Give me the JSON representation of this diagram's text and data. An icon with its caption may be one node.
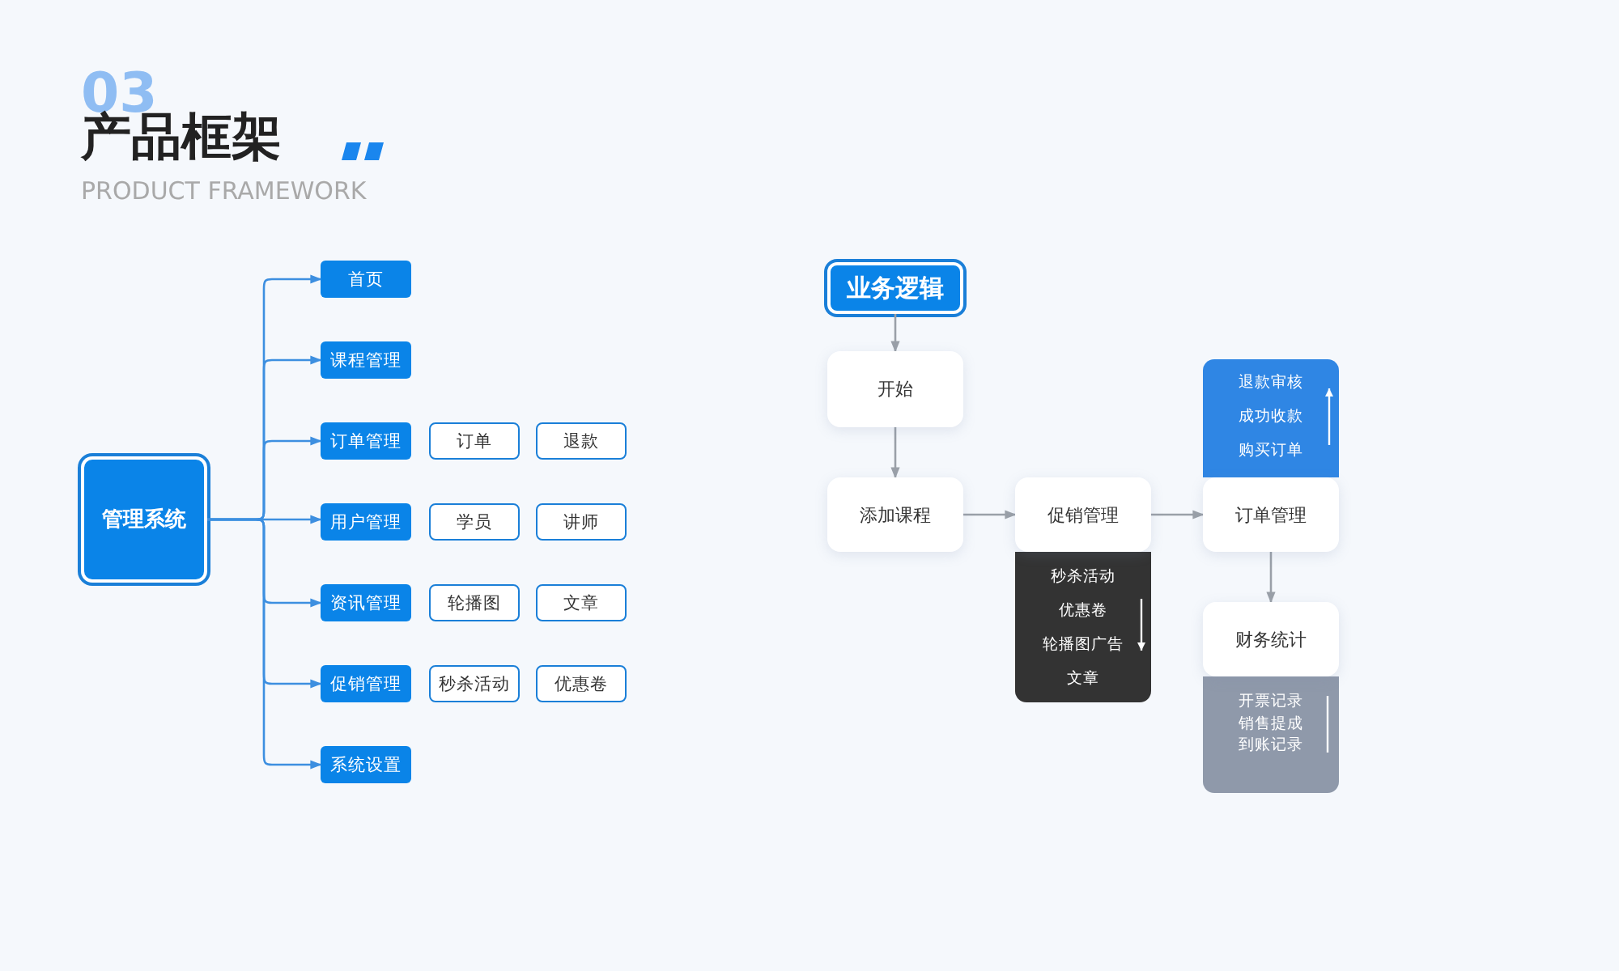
{
  "diagram": {
    "title": "产品框架",
    "nodes": [
      {
        "text": [
          "管理系统"
        ]
      },
      {
        "text": [
          "首页"
        ]
      },
      {
        "text": [
          "课程管理"
        ]
      },
      {
        "text": [
          "订单管理"
        ]
      },
      {
        "text": [
          "订单"
        ]
      },
      {
        "text": [
          "退款"
        ]
      },
      {
        "text": [
          "用户管理"
        ]
      },
      {
        "text": [
          "学员"
        ]
      },
      {
        "text": [
          "讲师"
        ]
      },
      {
        "text": [
          "资讯管理"
        ]
      },
      {
        "text": [
          "轮播图"
        ]
      },
      {
        "text": [
          "文章"
        ]
      },
      {
        "text": [
          "促销管理"
        ]
      },
      {
        "text": [
          "秒杀活动"
        ]
      },
      {
        "text": [
          "优惠卷"
        ]
      },
      {
        "text": [
          "系统设置"
        ]
      },
      {
        "text": [
          "业务逻辑"
        ]
      },
      {
        "text": [
          "开始"
        ]
      },
      {
        "text": [
          "添加课程"
        ]
      },
      {
        "text": [
          "促销管理"
        ]
      },
      {
        "text": [
          "秒杀活动",
          "优惠卷",
          "轮播图广告",
          "文章"
        ]
      },
      {
        "text": [
          "退款审核",
          "成功收款",
          "购买订单"
        ]
      },
      {
        "text": [
          "订单管理"
        ]
      },
      {
        "text": [
          "财务统计"
        ]
      },
      {
        "text": [
          "开票记录",
          "销售提成",
          "到账记录"
        ]
      }
    ],
    "edges": [
      {
        "from": 0,
        "to": 1,
        "arrow": "to"
      },
      {
        "from": 0,
        "to": 2,
        "arrow": "to"
      },
      {
        "from": 0,
        "to": 3,
        "arrow": "to"
      },
      {
        "from": 0,
        "to": 6,
        "arrow": "to"
      },
      {
        "from": 0,
        "to": 9,
        "arrow": "to"
      },
      {
        "from": 0,
        "to": 12,
        "arrow": "to"
      },
      {
        "from": 0,
        "to": 15,
        "arrow": "to"
      },
      {
        "from": 16,
        "to": 17,
        "arrow": "to",
        "color": "#9aa0a8"
      },
      {
        "from": 17,
        "to": 18,
        "arrow": "to",
        "color": "#9aa0a8"
      },
      {
        "from": 18,
        "to": 19,
        "arrow": "to",
        "color": "#9aa0a8"
      },
      {
        "from": 19,
        "to": 22,
        "arrow": "to",
        "color": "#9aa0a8"
      },
      {
        "from": 22,
        "to": 23,
        "arrow": "to",
        "color": "#9aa0a8"
      }
    ],
    "labels": [
      "03",
      "PRODUCT FRAMEWORK"
    ]
  }
}
